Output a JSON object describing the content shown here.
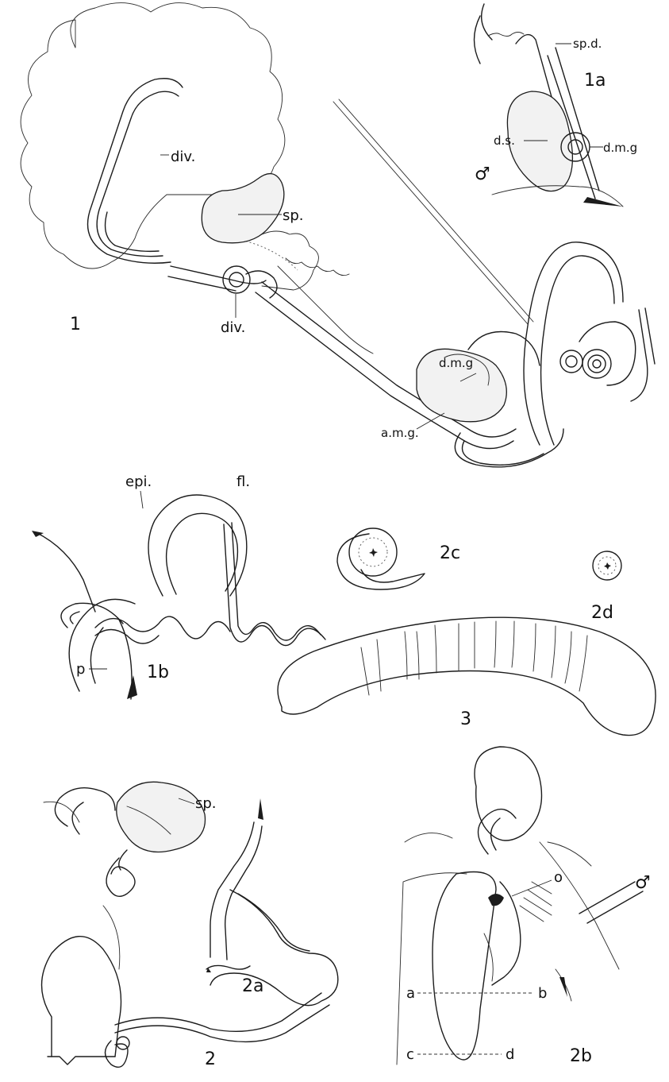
{
  "figures": {
    "fig1": "1",
    "fig1a": "1a",
    "fig1b": "1b",
    "fig2": "2",
    "fig2a": "2a",
    "fig2b": "2b",
    "fig2c": "2c",
    "fig2d": "2d",
    "fig3": "3"
  },
  "labels": {
    "div_upper": "div.",
    "div_lower": "div.",
    "sp_fig1": "sp.",
    "dmg_fig1": "d.m.g",
    "amg_fig1": "a.m.g.",
    "spd_fig1a": "sp.d.",
    "ds_fig1a": "d.s.",
    "dmg_fig1a": "d.m.g",
    "male_fig1a": "♂",
    "epi_fig1b": "epi.",
    "fl_fig1b": "fl.",
    "p_fig1b": "p",
    "sp_fig2": "sp.",
    "o_fig2b": "o",
    "male_fig2b": "♂",
    "a_fig2b": "a",
    "b_fig2b": "b",
    "c_fig2b": "c",
    "d_fig2b": "d"
  }
}
